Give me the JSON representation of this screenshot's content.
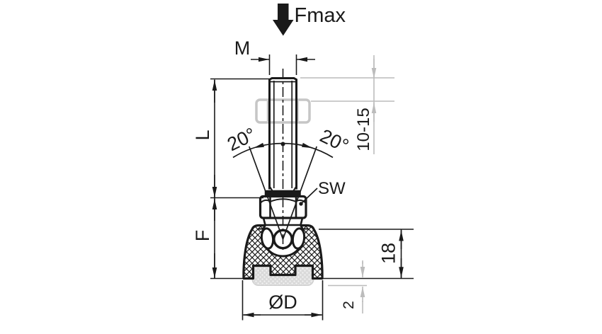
{
  "drawing": {
    "force_label": "Fmax",
    "thread_label": "M",
    "length_label": "L",
    "foot_label": "F",
    "tilt_left_label": "20°",
    "tilt_right_label": "20°",
    "wrench_label": "SW",
    "range_label": "10-15",
    "base_height_label": "18",
    "pad_label": "2",
    "diameter_label": "ØD"
  },
  "colors": {
    "ink": "#1a1a1a",
    "reference": "#bcbcbc",
    "ghost": "#c6c6c6",
    "pad": "#dadada",
    "pad_dot": "#f4f4f4",
    "background": "#ffffff"
  }
}
